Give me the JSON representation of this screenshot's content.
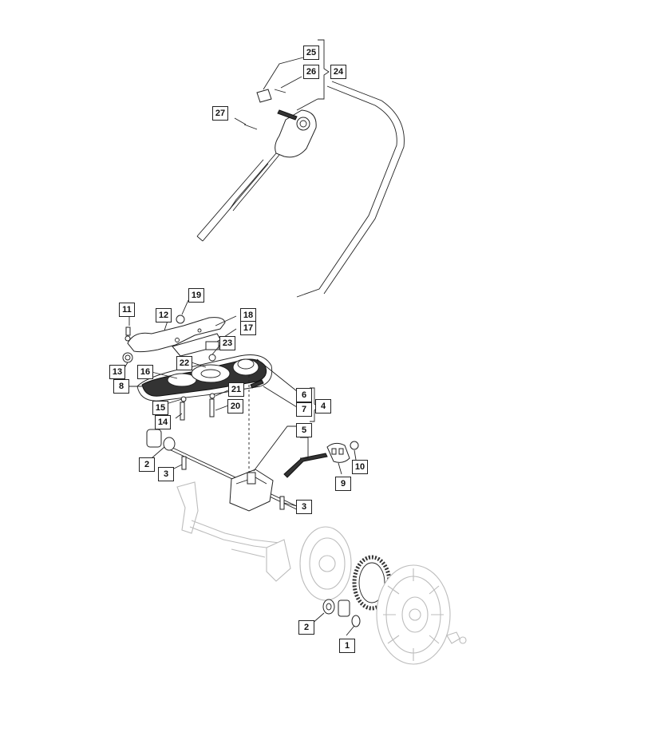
{
  "callouts": [
    {
      "id": "25",
      "label": "25"
    },
    {
      "id": "26",
      "label": "26"
    },
    {
      "id": "24",
      "label": "24"
    },
    {
      "id": "27",
      "label": "27"
    },
    {
      "id": "19",
      "label": "19"
    },
    {
      "id": "11",
      "label": "11"
    },
    {
      "id": "12",
      "label": "12"
    },
    {
      "id": "18",
      "label": "18"
    },
    {
      "id": "17",
      "label": "17"
    },
    {
      "id": "23",
      "label": "23"
    },
    {
      "id": "22",
      "label": "22"
    },
    {
      "id": "13",
      "label": "13"
    },
    {
      "id": "16",
      "label": "16"
    },
    {
      "id": "8",
      "label": "8"
    },
    {
      "id": "21",
      "label": "21"
    },
    {
      "id": "6",
      "label": "6"
    },
    {
      "id": "15",
      "label": "15"
    },
    {
      "id": "7",
      "label": "7"
    },
    {
      "id": "4",
      "label": "4"
    },
    {
      "id": "20",
      "label": "20"
    },
    {
      "id": "14",
      "label": "14"
    },
    {
      "id": "5",
      "label": "5"
    },
    {
      "id": "2a",
      "label": "2"
    },
    {
      "id": "10",
      "label": "10"
    },
    {
      "id": "3a",
      "label": "3"
    },
    {
      "id": "9",
      "label": "9"
    },
    {
      "id": "3b",
      "label": "3"
    },
    {
      "id": "2b",
      "label": "2"
    },
    {
      "id": "1",
      "label": "1"
    }
  ]
}
